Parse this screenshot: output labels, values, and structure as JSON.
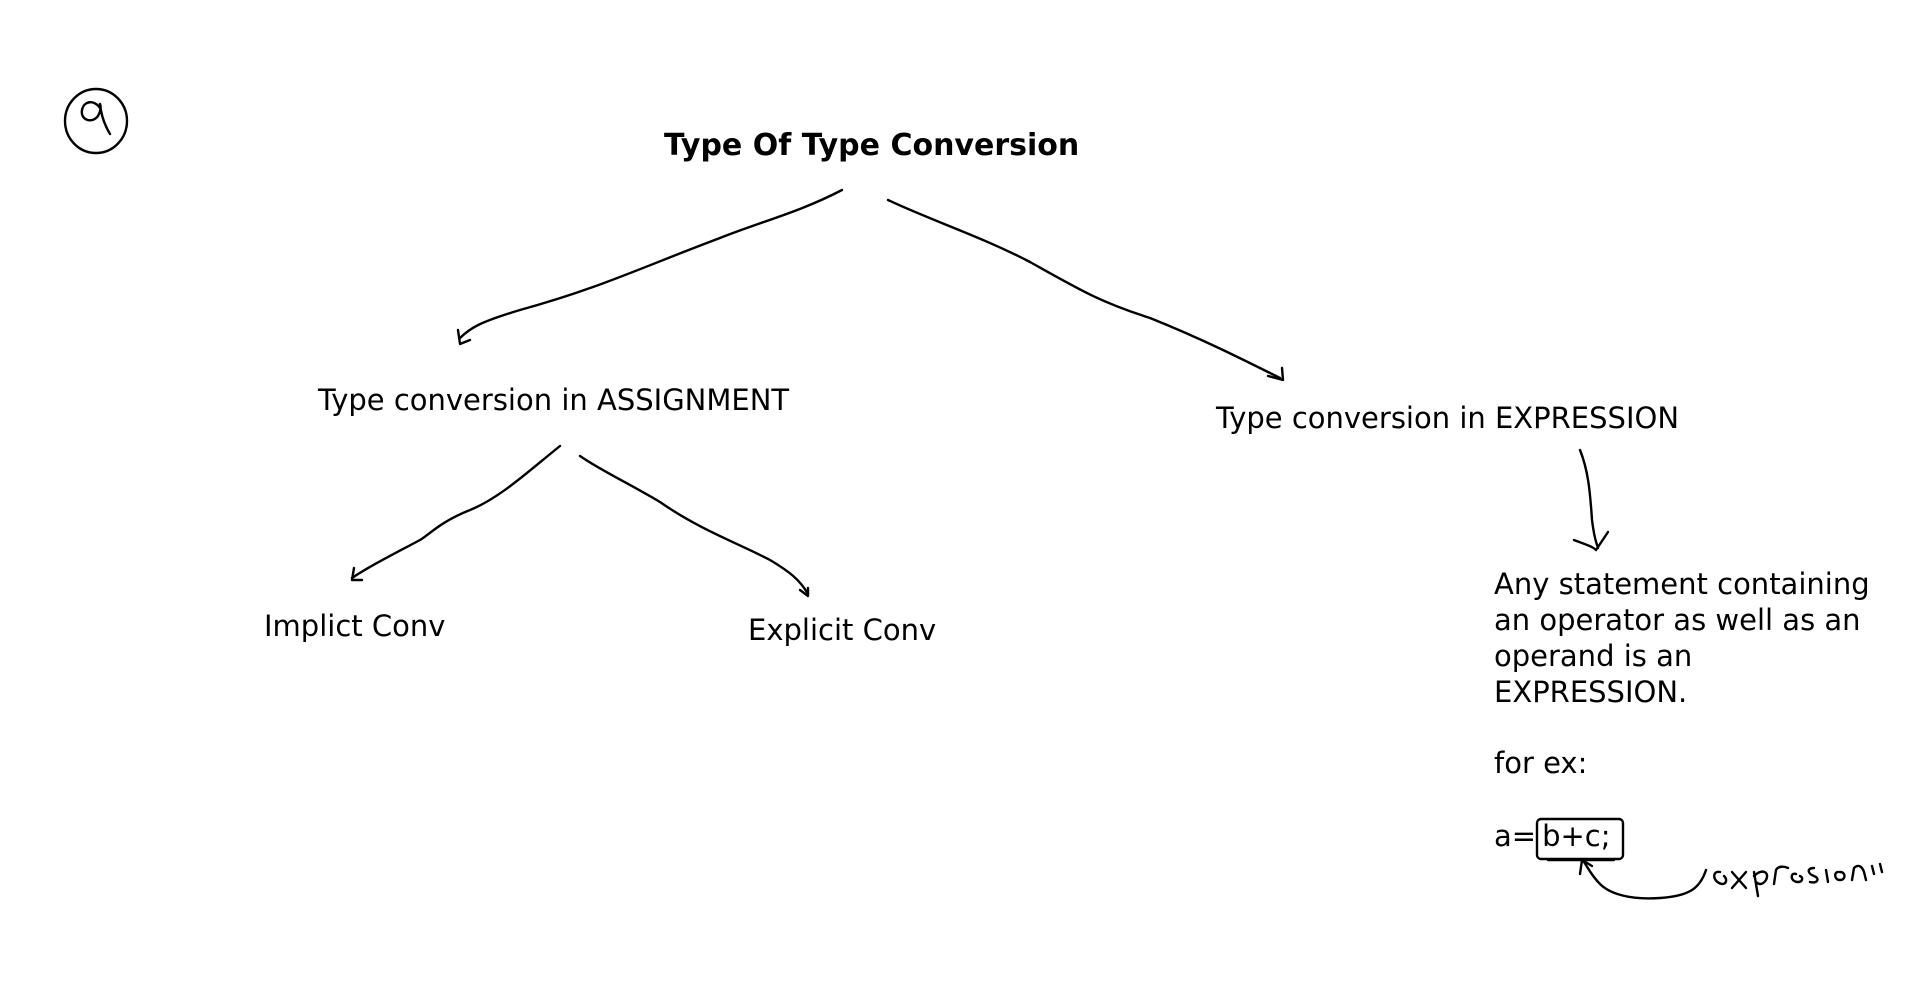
{
  "diagram": {
    "root": "Type Of Type Conversion",
    "branches": [
      {
        "label": "Type conversion in ASSIGNMENT",
        "children": [
          "Implict Conv",
          "Explicit Conv"
        ]
      },
      {
        "label": "Type conversion in EXPRESSION"
      }
    ],
    "definition": {
      "lines": [
        "Any statement containing",
        "an operator as well as an",
        "operand is an",
        "EXPRESSION."
      ],
      "example_label": "for ex:",
      "example_lhs": "a=",
      "example_rhs": "b+c;",
      "handwritten_note": "expression"
    }
  }
}
